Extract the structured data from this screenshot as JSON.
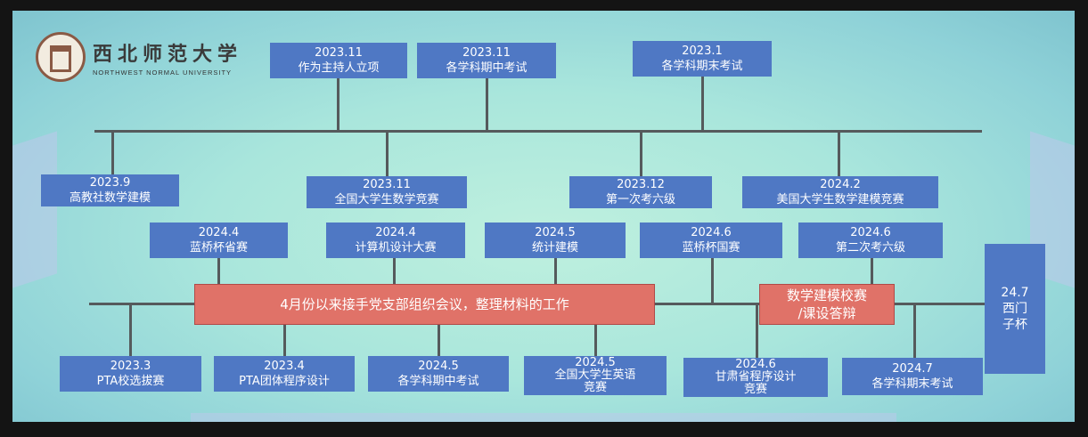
{
  "logo": {
    "name_cn": "西北师范大学",
    "name_en": "NORTHWEST NORMAL UNIVERSITY"
  },
  "timeline": {
    "top_items": [
      {
        "date": "2023.11",
        "title": "作为主持人立项"
      },
      {
        "date": "2023.11",
        "title": "各学科期中考试"
      },
      {
        "date": "2023.1",
        "title": "各学科期末考试"
      }
    ],
    "upper_below_items": [
      {
        "date": "2023.9",
        "title": "高教社数学建模"
      },
      {
        "date": "2023.11",
        "title": "全国大学生数学竞赛"
      },
      {
        "date": "2023.12",
        "title": "第一次考六级"
      },
      {
        "date": "2024.2",
        "title": "美国大学生数学建模竞赛"
      }
    ],
    "lower_above_items": [
      {
        "date": "2024.4",
        "title": "蓝桥杯省赛"
      },
      {
        "date": "2024.4",
        "title": "计算机设计大赛"
      },
      {
        "date": "2024.5",
        "title": "统计建模"
      },
      {
        "date": "2024.6",
        "title": "蓝桥杯国赛"
      },
      {
        "date": "2024.6",
        "title": "第二次考六级"
      }
    ],
    "lower_below_items": [
      {
        "date": "2023.3",
        "title": "PTA校选拔赛"
      },
      {
        "date": "2023.4",
        "title": "PTA团体程序设计"
      },
      {
        "date": "2024.5",
        "title": "各学科期中考试"
      },
      {
        "date": "2024.5",
        "title": "全国大学生英语",
        "title2": "竞赛"
      },
      {
        "date": "2024.6",
        "title": "甘肃省程序设计",
        "title2": "竞赛"
      },
      {
        "date": "2024.7",
        "title": "各学科期末考试"
      }
    ],
    "highlight_main": "4月份以来接手党支部组织会议，整理材料的工作",
    "highlight_side": {
      "line1": "数学建模校赛",
      "line2": "/课设答辩"
    },
    "side_box": {
      "line1": "24.7",
      "line2": "西门",
      "line3": "子杯"
    }
  },
  "colors": {
    "box_blue": "#4f78c4",
    "highlight_red": "#e07268",
    "line": "#555a5c"
  }
}
